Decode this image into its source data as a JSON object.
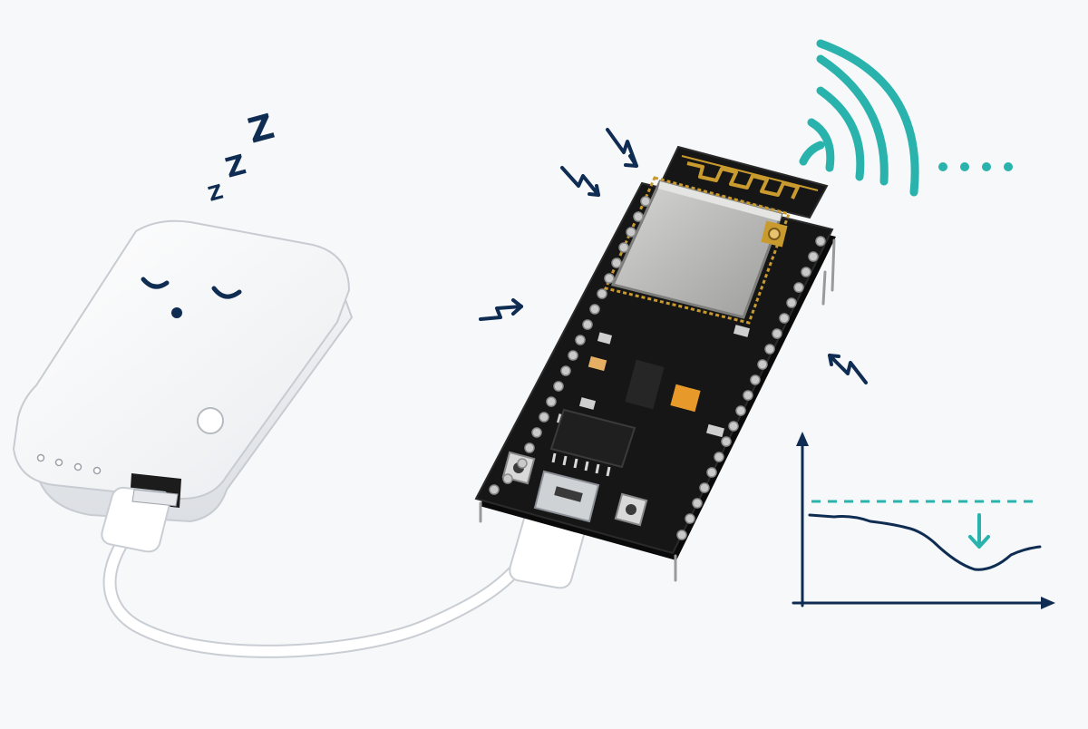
{
  "colors": {
    "background": "#f7f8f9",
    "navy": "#0f2c52",
    "teal": "#2ab3ad",
    "pcb": "#161616",
    "gold": "#c99a2e",
    "shield": "#b8b8b6",
    "powerbank": "#ffffff",
    "cable": "#ffffff"
  },
  "sleep": {
    "letters": [
      "Z",
      "Z",
      "Z"
    ]
  },
  "powerbank": {
    "face": "sleeping-face",
    "battery_leds": 4
  },
  "board": {
    "module": "shielded-wifi-module",
    "antenna": "pcb-trace-antenna",
    "connector": "micro-usb"
  },
  "signal": {
    "arcs": 4,
    "trailing_dots": 4
  },
  "vibration_marks": 4,
  "graph": {
    "kind": "line-with-dashed-threshold",
    "trend": "drops-below-threshold",
    "arrow": "down"
  }
}
